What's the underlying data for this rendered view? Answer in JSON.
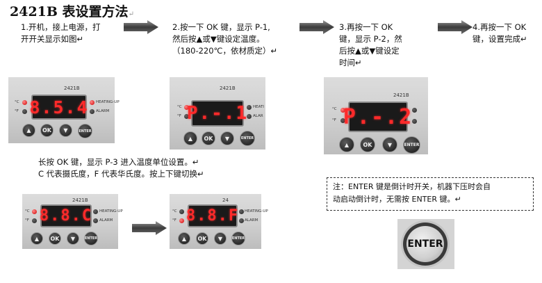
{
  "doc": {
    "title": "2421B 表设置方法",
    "para_mark": "↵",
    "steps": [
      {
        "lines": [
          "1.开机，接上电源，打",
          "开开关显示如图↵"
        ]
      },
      {
        "lines": [
          "2.按一下 OK 键，显示 P-1,",
          "然后按▲或▼键设定温度。",
          "（180-220℃，依材质定）↵"
        ]
      },
      {
        "lines": [
          "3.再按一下 OK",
          "键，显示 P-2，然",
          "后按▲或▼键设定",
          "时间↵"
        ]
      },
      {
        "lines": [
          "4.再按一下 OK",
          "键，设置完成↵"
        ]
      }
    ],
    "unit_note": [
      "长按 OK 键，显示 P-3 进入温度单位设置。↵",
      "C 代表摄氏度，F 代表华氏度。按上下键切换↵"
    ],
    "enter_note": [
      "注：ENTER 键是倒计时开关，机器下压时会自",
      "动启动倒计时，无需按 ENTER 键。↵"
    ]
  },
  "panels": [
    {
      "model": "2421B",
      "display": "8.5.4",
      "unit_c": "°C",
      "unit_f": "°F",
      "heating": "HEATING-UP",
      "alarm": "ALARM"
    },
    {
      "model": "2421B",
      "display": "P.-.1",
      "unit_c": "°C",
      "unit_f": "°F",
      "heating": "HEATI",
      "alarm": "ALAR"
    },
    {
      "model": "2421B",
      "display": "P.-.2",
      "unit_c": "°C",
      "unit_f": "°F",
      "heating": "",
      "alarm": ""
    },
    {
      "model": "2421B",
      "display": "8.8.C",
      "unit_c": "°C",
      "unit_f": "°F",
      "heating": "HEATING-UP",
      "alarm": "ALARM"
    },
    {
      "model": "24",
      "display": "8.8.F",
      "unit_c": "°C",
      "unit_f": "°F",
      "heating": "HEATING-UP",
      "alarm": "ALARM"
    }
  ],
  "buttons": {
    "up": "▲",
    "ok": "OK",
    "down": "▼",
    "enter": "ENTER"
  },
  "enter_closeup": {
    "label": "ENTER"
  }
}
